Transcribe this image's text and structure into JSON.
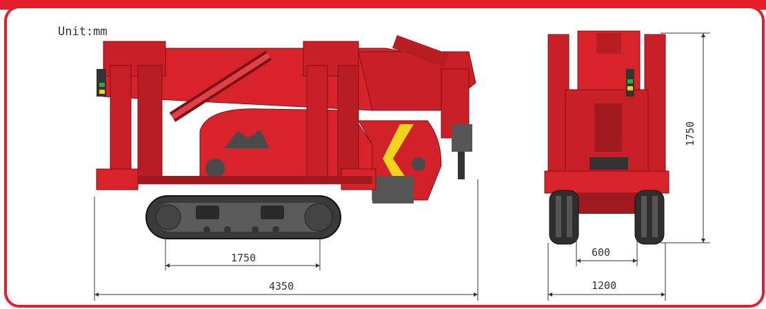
{
  "unit_label": "Unit:mm",
  "dimensions": {
    "side_track_length": "1750",
    "side_overall_length": "4350",
    "front_height": "1750",
    "front_track_gap": "600",
    "front_width": "1200"
  },
  "colors": {
    "frame_red": "#e41e2b",
    "body_red": "#d8232a",
    "dark_red": "#9e1a1e",
    "track_gray": "#3a3a3a",
    "accent_yellow": "#f2d21c"
  }
}
